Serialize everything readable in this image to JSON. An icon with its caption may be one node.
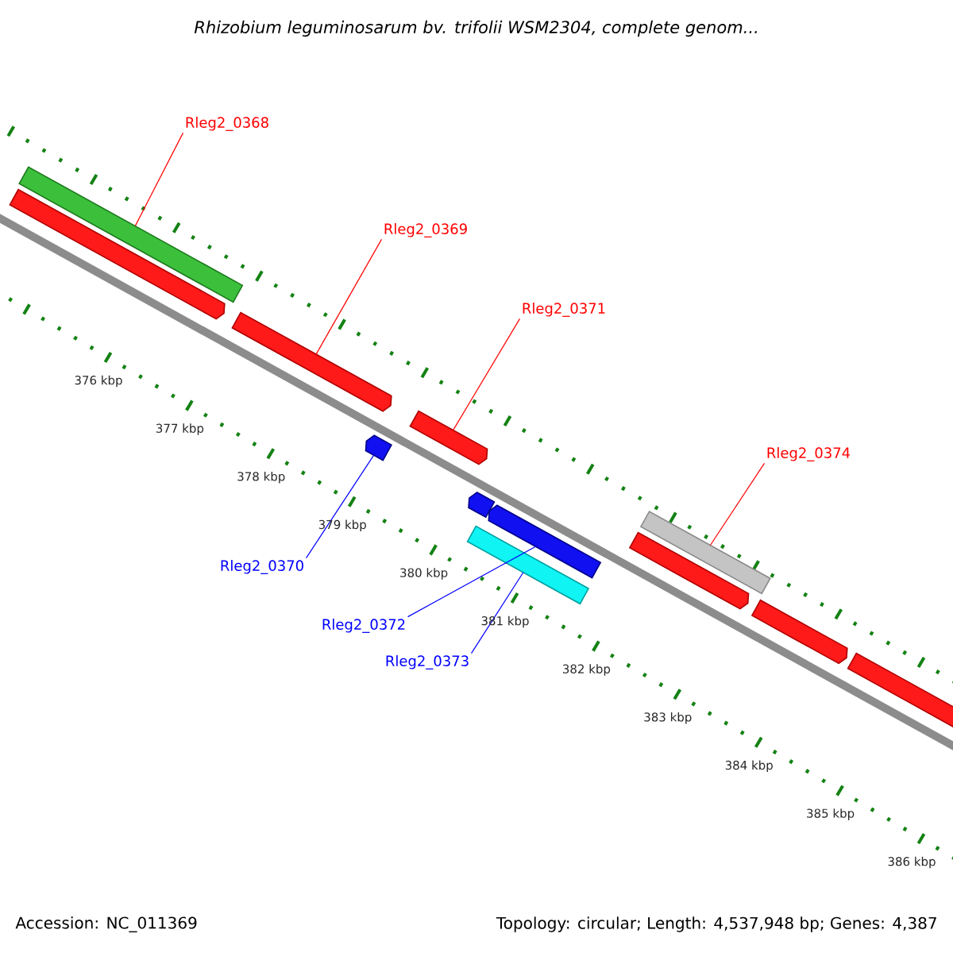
{
  "diagram": {
    "title": "Rhizobium leguminosarum bv. trifolii WSM2304, complete genom...",
    "nodes": [
      {
        "text": [
          "Rleg2_0368"
        ]
      },
      {
        "text": [
          "Rleg2_0369"
        ]
      },
      {
        "text": [
          "Rleg2_0370"
        ]
      },
      {
        "text": [
          "Rleg2_0371"
        ]
      },
      {
        "text": [
          "Rleg2_0372"
        ]
      },
      {
        "text": [
          "Rleg2_0373"
        ]
      },
      {
        "text": [
          "Rleg2_0374"
        ]
      },
      {
        "text": [],
        "shape": "bar"
      },
      {
        "text": [],
        "shape": "bar"
      },
      {
        "text": [],
        "shape": "bar"
      },
      {
        "text": [],
        "shape": "bar"
      },
      {
        "text": [],
        "shape": "bar"
      },
      {
        "text": [],
        "shape": "bar"
      },
      {
        "text": [],
        "shape": "bar"
      },
      {
        "text": [],
        "shape": "bar"
      },
      {
        "text": [],
        "shape": "bar"
      },
      {
        "text": [],
        "shape": "bar"
      },
      {
        "text": [],
        "shape": "bar"
      },
      {
        "text": [],
        "shape": "bar"
      }
    ],
    "edges": [
      {
        "from": 0,
        "to": 8,
        "arrow": "none"
      },
      {
        "from": 1,
        "to": 9,
        "arrow": "none"
      },
      {
        "from": 2,
        "to": 10,
        "arrow": "none",
        "color": "#0000ff"
      },
      {
        "from": 3,
        "to": 11,
        "arrow": "none"
      },
      {
        "from": 4,
        "to": 14,
        "arrow": "none",
        "color": "#0000ff"
      },
      {
        "from": 5,
        "to": 12,
        "arrow": "none",
        "color": "#0000ff"
      },
      {
        "from": 6,
        "to": 16,
        "arrow": "none"
      }
    ],
    "labels": [
      "376 kbp",
      "377 kbp",
      "378 kbp",
      "379 kbp",
      "380 kbp",
      "381 kbp",
      "382 kbp",
      "383 kbp",
      "384 kbp",
      "385 kbp",
      "386 kbp",
      "Accession: NC_011369",
      "Topology: circular; Length: 4,537,948 bp; Genes: 4,387"
    ]
  }
}
